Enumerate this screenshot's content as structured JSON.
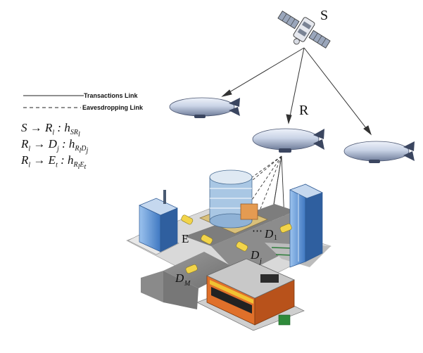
{
  "legend": {
    "transactions": "Transactions Link",
    "eavesdropping": "Eavesdropping Link"
  },
  "labels": {
    "satellite": "S",
    "relay": "R",
    "eavesdropper": "E",
    "dest_1": "D",
    "dest_1_sub": "1",
    "dest_j": "D",
    "dest_j_sub": "j",
    "dest_m": "D",
    "dest_m_sub": "M",
    "ellipsis": "⋯"
  },
  "equations": [
    {
      "from": "S",
      "to": "R",
      "to_sub": "l",
      "channel": "h",
      "channel_sub": "SR",
      "channel_subsub": "l"
    },
    {
      "from": "R",
      "from_sub": "l",
      "to": "D",
      "to_sub": "j",
      "channel": "h",
      "channel_sub": "R",
      "channel_subsub": "l",
      "channel_sub2": "D",
      "channel_subsub2": "j"
    },
    {
      "from": "R",
      "from_sub": "l",
      "to": "E",
      "to_sub": "t",
      "channel": "h",
      "channel_sub": "R",
      "channel_subsub": "l",
      "channel_sub2": "E",
      "channel_subsub2": "t"
    }
  ],
  "colors": {
    "airship_body": "#c9d3e6",
    "airship_dark": "#3b4660",
    "building_blue": "#5d8fd0",
    "store_orange": "#e0702a",
    "taxi_yellow": "#f2d44a"
  }
}
